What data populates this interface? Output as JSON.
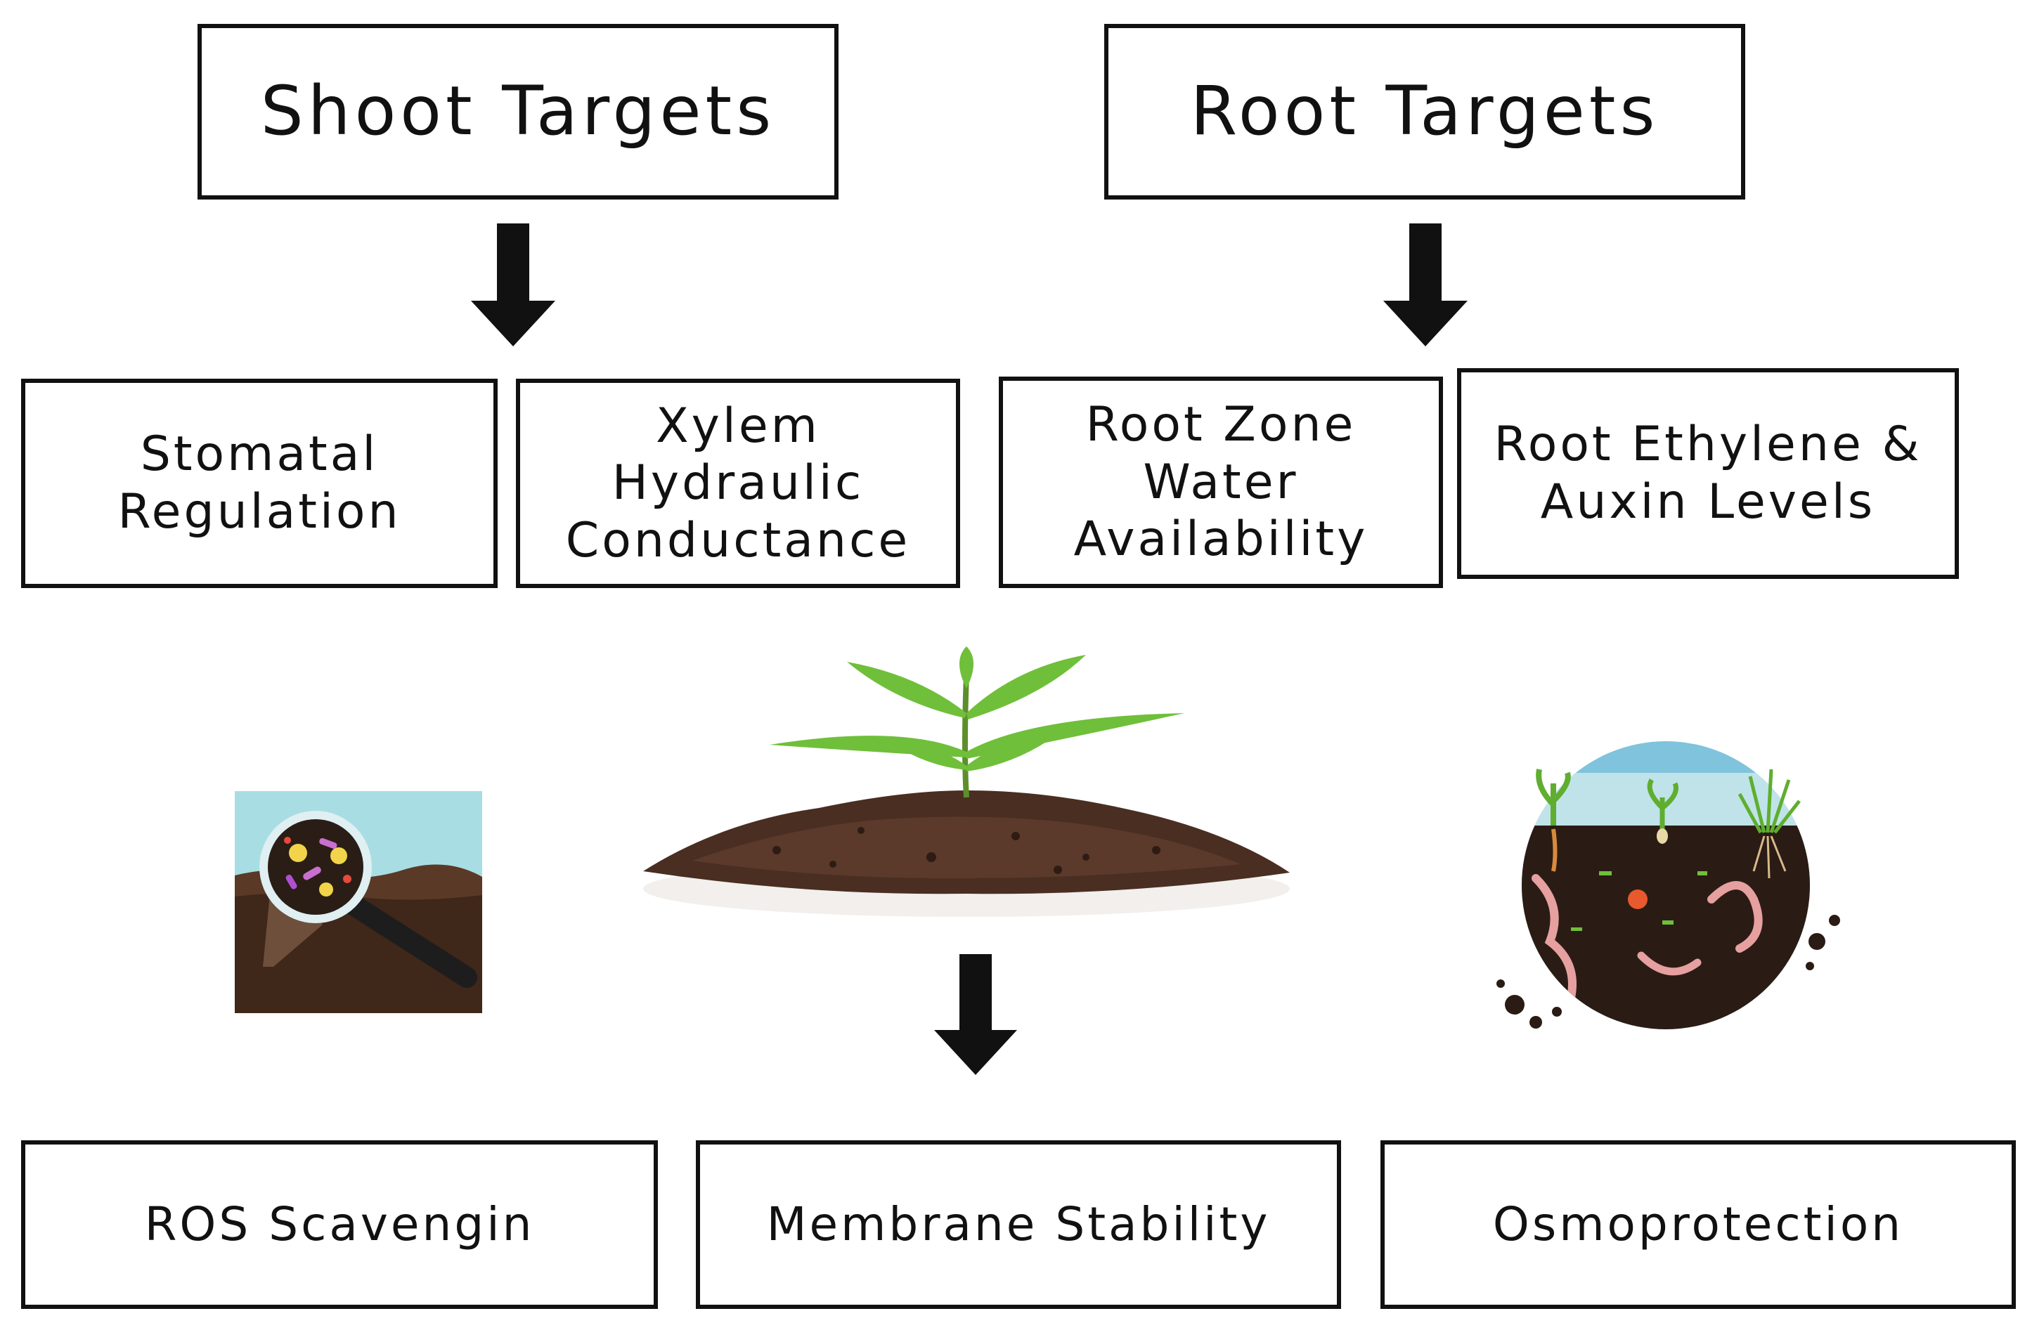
{
  "headers": {
    "shoot": "Shoot Targets",
    "root": "Root Targets"
  },
  "shoot_targets": {
    "stomatal": [
      "Stomatal",
      "Regulation"
    ],
    "xylem": [
      "Xylem",
      "Hydraulic",
      "Conductance"
    ]
  },
  "root_targets": {
    "water": [
      "Root Zone",
      "Water",
      "Availability"
    ],
    "hormones": [
      "Root Ethylene &",
      "Auxin Levels"
    ]
  },
  "outcomes": {
    "ros": "ROS Scavengin",
    "membrane": "Membrane Stability",
    "osmo": "Osmoprotection"
  },
  "illustrations": {
    "left": "microbe-magnifier-illustration",
    "center": "seedling-in-soil-illustration",
    "right": "soil-ecosystem-illustration"
  },
  "colors": {
    "border": "#111111",
    "soil": "#4a2e22",
    "leaf": "#6fbf3a",
    "sky": "#9fd6df"
  }
}
